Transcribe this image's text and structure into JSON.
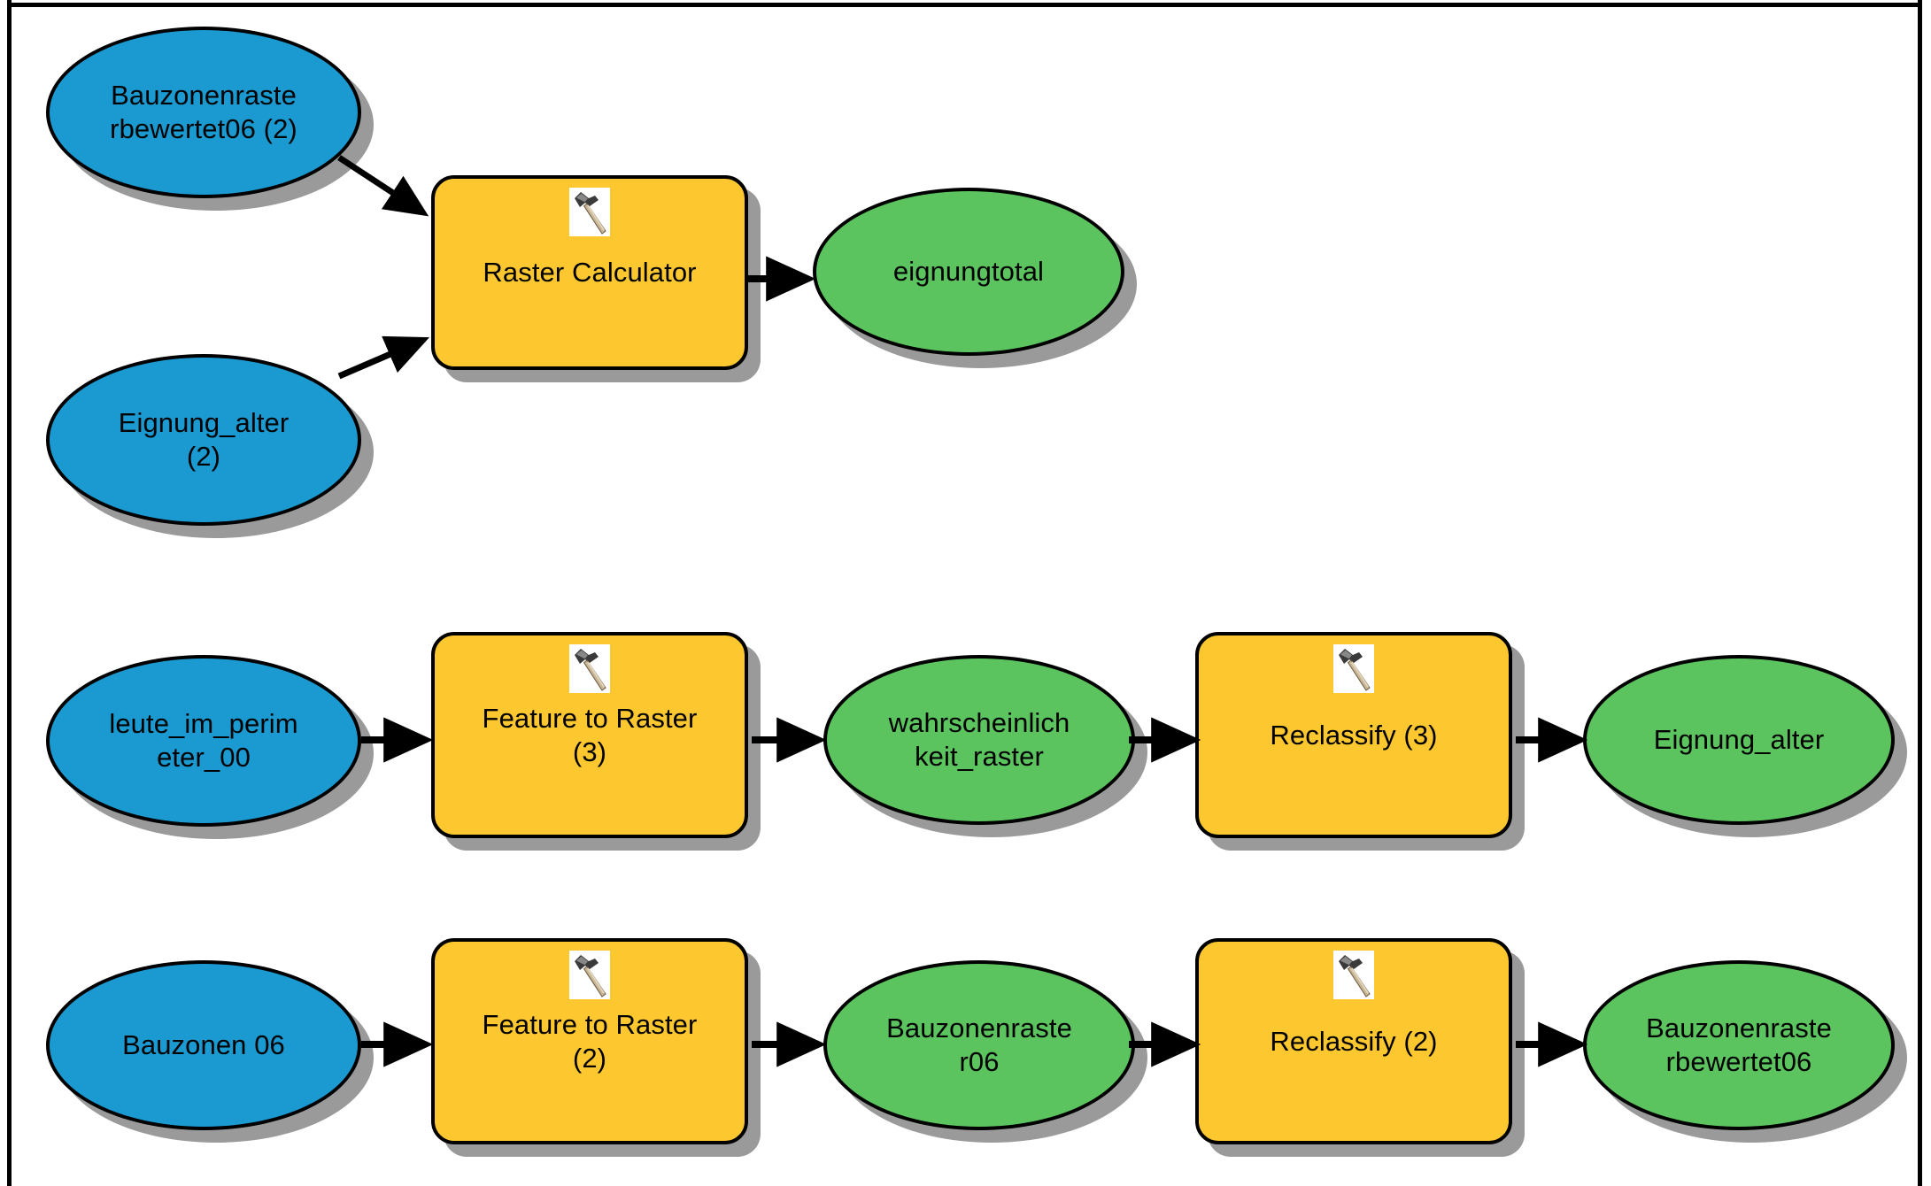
{
  "diagram": {
    "title": "ArcGIS ModelBuilder Model Diagram",
    "icon_name": "hammer-icon",
    "colors": {
      "input_data": "#1b9ad1",
      "tool": "#fdc82f",
      "derived_output": "#5cc45f",
      "outline": "#000000",
      "shadow": "#9a9a9a",
      "canvas": "#ffffff"
    },
    "nodes": [
      {
        "id": "bauzonenrasterbewertet06_2",
        "label": "Bauzonenraste\nrbewertet06 (2)",
        "type": "input-variable",
        "shape": "ellipse",
        "color": "#1b9ad1"
      },
      {
        "id": "eignung_alter_2",
        "label": "Eignung_alter\n(2)",
        "type": "input-variable",
        "shape": "ellipse",
        "color": "#1b9ad1"
      },
      {
        "id": "raster_calculator",
        "label": "Raster Calculator",
        "type": "tool",
        "shape": "rounded-rect",
        "color": "#fdc82f"
      },
      {
        "id": "eignungtotal",
        "label": "eignungtotal",
        "type": "derived-output",
        "shape": "ellipse",
        "color": "#5cc45f"
      },
      {
        "id": "leute_im_perimeter_00",
        "label": "leute_im_perim\neter_00",
        "type": "input-variable",
        "shape": "ellipse",
        "color": "#1b9ad1"
      },
      {
        "id": "feature_to_raster_3",
        "label": "Feature to Raster\n(3)",
        "type": "tool",
        "shape": "rounded-rect",
        "color": "#fdc82f"
      },
      {
        "id": "wahrscheinlichkeit_raster",
        "label": "wahrscheinlich\nkeit_raster",
        "type": "derived-output",
        "shape": "ellipse",
        "color": "#5cc45f"
      },
      {
        "id": "reclassify_3",
        "label": "Reclassify (3)",
        "type": "tool",
        "shape": "rounded-rect",
        "color": "#fdc82f"
      },
      {
        "id": "eignung_alter",
        "label": "Eignung_alter",
        "type": "derived-output",
        "shape": "ellipse",
        "color": "#5cc45f"
      },
      {
        "id": "bauzonen_06",
        "label": "Bauzonen 06",
        "type": "input-variable",
        "shape": "ellipse",
        "color": "#1b9ad1"
      },
      {
        "id": "feature_to_raster_2",
        "label": "Feature to Raster\n(2)",
        "type": "tool",
        "shape": "rounded-rect",
        "color": "#fdc82f"
      },
      {
        "id": "bauzonenraster06",
        "label": "Bauzonenraste\nr06",
        "type": "derived-output",
        "shape": "ellipse",
        "color": "#5cc45f"
      },
      {
        "id": "reclassify_2",
        "label": "Reclassify (2)",
        "type": "tool",
        "shape": "rounded-rect",
        "color": "#fdc82f"
      },
      {
        "id": "bauzonenrasterbewertet06",
        "label": "Bauzonenraste\nrbewertet06",
        "type": "derived-output",
        "shape": "ellipse",
        "color": "#5cc45f"
      }
    ],
    "connections": [
      {
        "from": "bauzonenrasterbewertet06_2",
        "to": "raster_calculator"
      },
      {
        "from": "eignung_alter_2",
        "to": "raster_calculator"
      },
      {
        "from": "raster_calculator",
        "to": "eignungtotal"
      },
      {
        "from": "leute_im_perimeter_00",
        "to": "feature_to_raster_3"
      },
      {
        "from": "feature_to_raster_3",
        "to": "wahrscheinlichkeit_raster"
      },
      {
        "from": "wahrscheinlichkeit_raster",
        "to": "reclassify_3"
      },
      {
        "from": "reclassify_3",
        "to": "eignung_alter"
      },
      {
        "from": "bauzonen_06",
        "to": "feature_to_raster_2"
      },
      {
        "from": "feature_to_raster_2",
        "to": "bauzonenraster06"
      },
      {
        "from": "bauzonenraster06",
        "to": "reclassify_2"
      },
      {
        "from": "reclassify_2",
        "to": "bauzonenrasterbewertet06"
      }
    ]
  }
}
